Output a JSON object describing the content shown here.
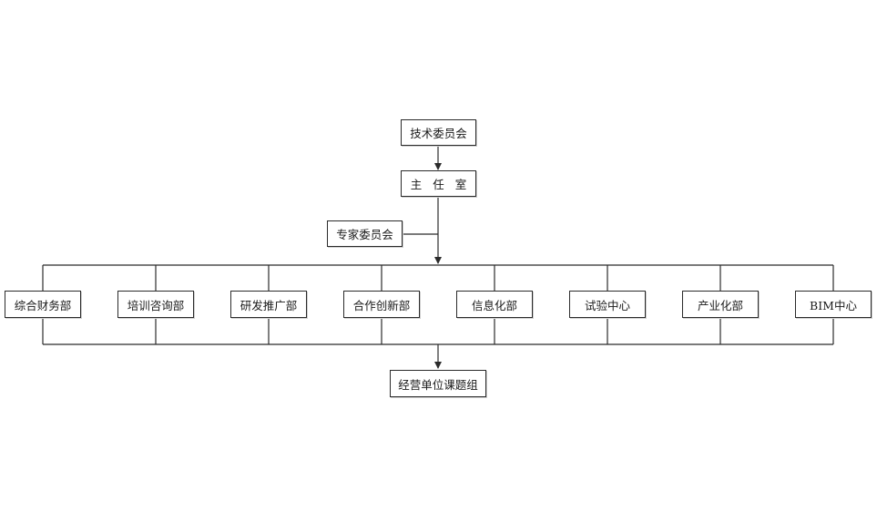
{
  "org": {
    "committee": "技术委员会",
    "director_office": "主任室",
    "experts": "专家委员会",
    "departments": [
      "综合财务部",
      "培训咨询部",
      "研发推广部",
      "合作创新部",
      "信息化部",
      "试验中心",
      "产业化部",
      "BIM中心"
    ],
    "groups": "经营单位课题组"
  },
  "colors": {
    "line": "#2b2b2b",
    "box_border": "#2b2b2b",
    "background": "#ffffff"
  }
}
